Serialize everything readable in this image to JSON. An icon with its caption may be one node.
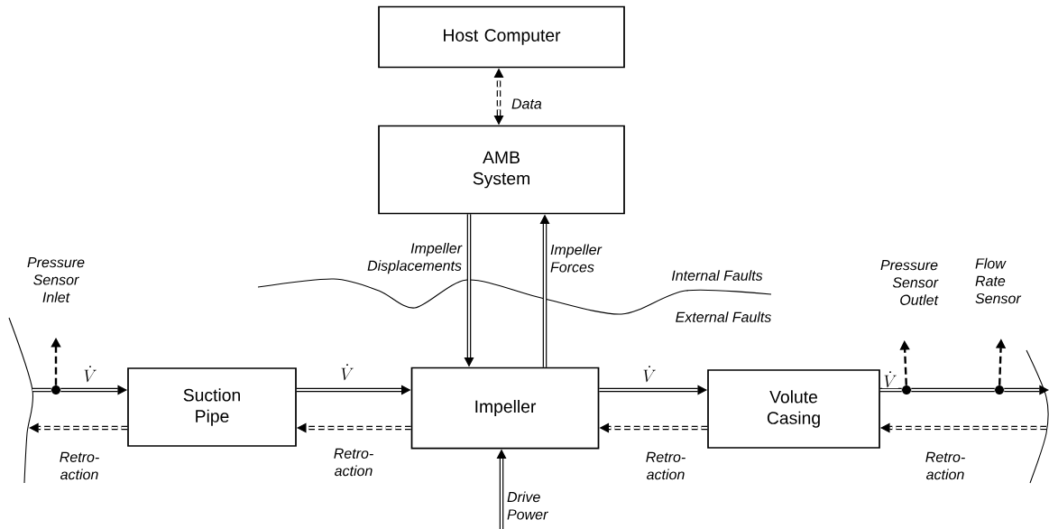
{
  "diagram": {
    "nodes": [
      {
        "text": [
          "Host Computer"
        ]
      },
      {
        "text": [
          "AMB System"
        ]
      },
      {
        "text": [
          "Suction Pipe"
        ]
      },
      {
        "text": [
          "Impeller"
        ]
      },
      {
        "text": [
          "Volute Casing"
        ]
      },
      {
        "text": [
          "Pressure Sensor Inlet"
        ]
      },
      {
        "text": [
          "Pressure Sensor Outlet"
        ]
      },
      {
        "text": [
          "Flow Rate Sensor"
        ]
      },
      {
        "text": [],
        "shape": "circle"
      },
      {
        "text": [],
        "shape": "circle"
      },
      {
        "text": [],
        "shape": "circle"
      }
    ],
    "edges": [
      {
        "from": 1,
        "to": 0,
        "arrow": "both",
        "style": "dashed",
        "label": "Data"
      },
      {
        "from": 1,
        "to": 3,
        "arrow": "to",
        "label": "Impeller Displacements"
      },
      {
        "from": 3,
        "to": 1,
        "arrow": "to",
        "label": "Impeller Forces"
      },
      {
        "from": null,
        "to": 3,
        "arrow": "to",
        "label": "Drive Power"
      },
      {
        "from": null,
        "to": 8,
        "arrow": "none"
      },
      {
        "from": 8,
        "to": 2,
        "arrow": "to",
        "label": "\\dot{V}"
      },
      {
        "from": 8,
        "to": 5,
        "arrow": "to",
        "style": "dashed"
      },
      {
        "from": 2,
        "to": 3,
        "arrow": "to",
        "label": "\\dot{V}"
      },
      {
        "from": 3,
        "to": 4,
        "arrow": "to",
        "label": "\\dot{V}"
      },
      {
        "from": 4,
        "to": 9,
        "arrow": "none",
        "label": "\\dot{V}"
      },
      {
        "from": 9,
        "to": 10,
        "arrow": "none"
      },
      {
        "from": 10,
        "to": null,
        "arrow": "to"
      },
      {
        "from": 9,
        "to": 6,
        "arrow": "to",
        "style": "dashed"
      },
      {
        "from": 10,
        "to": 7,
        "arrow": "to",
        "style": "dashed"
      },
      {
        "from": 2,
        "to": null,
        "arrow": "to",
        "style": "dashed",
        "label": "Retro-action"
      },
      {
        "from": 3,
        "to": 2,
        "arrow": "to",
        "style": "dashed",
        "label": "Retro-action"
      },
      {
        "from": 4,
        "to": 3,
        "arrow": "to",
        "style": "dashed",
        "label": "Retro-action"
      },
      {
        "from": null,
        "to": 4,
        "arrow": "to",
        "style": "dashed",
        "label": "Retro-action"
      }
    ],
    "labels": [
      "Internal Faults",
      "External Faults"
    ]
  }
}
